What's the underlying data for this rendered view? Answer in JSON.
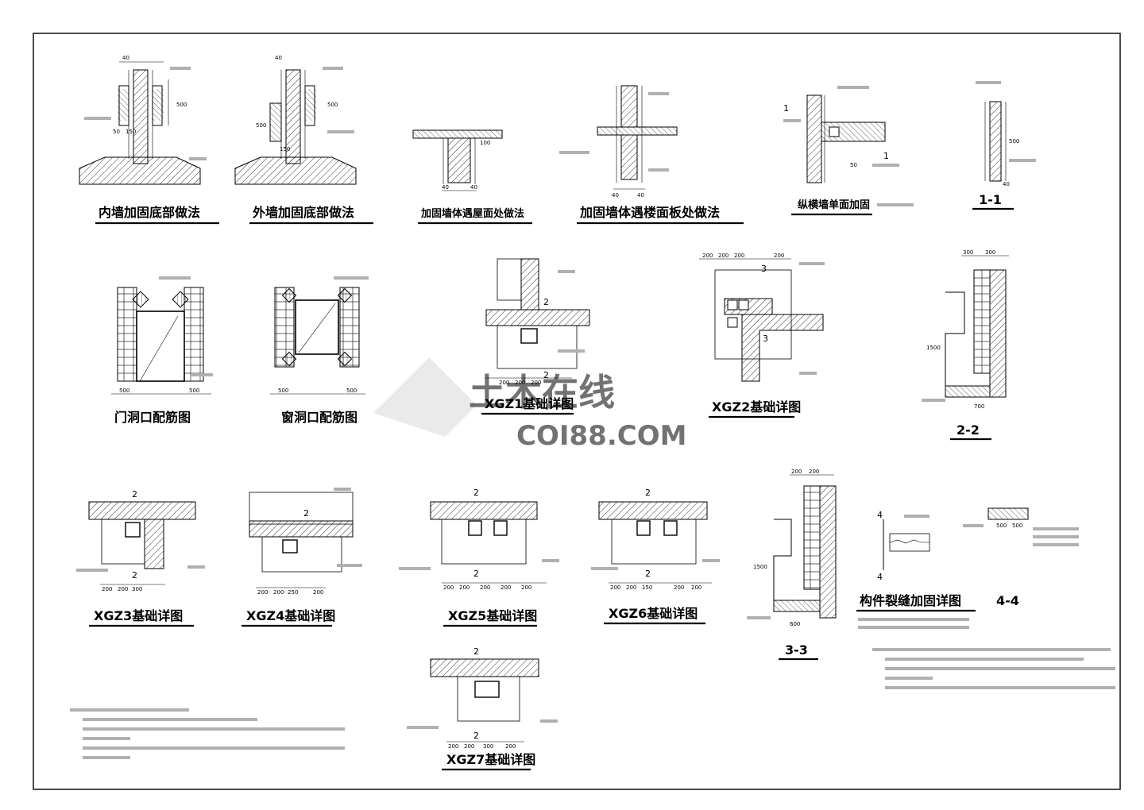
{
  "titles": {
    "t_inner": "内墙加固底部做法",
    "t_outer": "外墙加固底部做法",
    "t_roof": "加固墙体遇屋面处做法",
    "t_floor": "加固墙体遇楼面板处做法",
    "t_crosswall": "纵横墙单面加固",
    "t_door": "门洞口配筋图",
    "t_window": "窗洞口配筋图",
    "t_xgz1": "XGZ1基础详图",
    "t_xgz2": "XGZ2基础详图",
    "t_xgz3": "XGZ3基础详图",
    "t_xgz4": "XGZ4基础详图",
    "t_xgz5": "XGZ5基础详图",
    "t_xgz6": "XGZ6基础详图",
    "t_xgz7": "XGZ7基础详图",
    "t_crack": "构件裂缝加固详图"
  },
  "sections": {
    "s11": "1-1",
    "s22": "2-2",
    "s33": "3-3",
    "s44": "4-4",
    "m1": "1",
    "m2": "2",
    "m3": "3",
    "m4": "4"
  },
  "dims": {
    "d40": "40",
    "d50": "50",
    "d100": "100",
    "d150": "150",
    "d200": "200",
    "d250": "250",
    "d300": "300",
    "d500": "500",
    "d600": "600",
    "d700": "700",
    "d1500": "1500"
  },
  "watermark": {
    "brand": "土木在线",
    "site": "COI88.COM"
  },
  "colors": {
    "ink": "#000000",
    "paper": "#ffffff",
    "watermark": "#cfcfcf"
  }
}
